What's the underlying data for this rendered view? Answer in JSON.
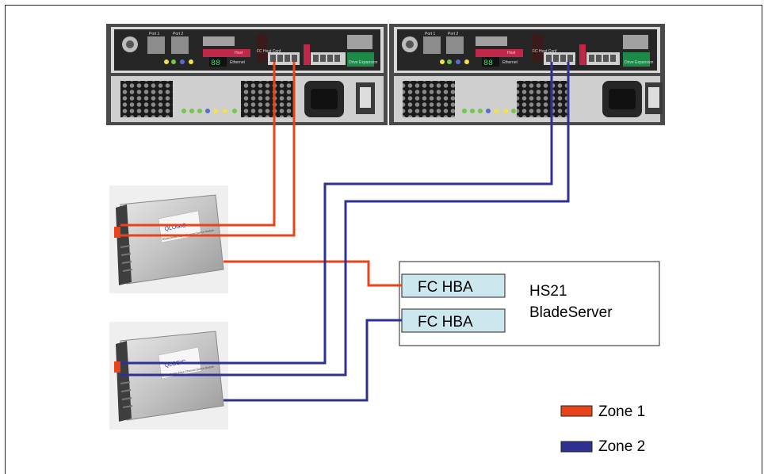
{
  "server": {
    "name_line1": "HS21",
    "name_line2": "BladeServer",
    "hba_labels": [
      "FC HBA",
      "FC HBA"
    ]
  },
  "legend": [
    {
      "label": "Zone 1",
      "color": "#e8431a"
    },
    {
      "label": "Zone 2",
      "color": "#2e3192"
    }
  ],
  "controller_labels": {
    "port1": "Port 1",
    "port2": "Port 2",
    "host": "Host",
    "fc_host": "FC Host Conf",
    "drive_expansion": "Drive Expansion",
    "ethernet": "Ethernet",
    "display": "88"
  },
  "switch_module": {
    "brand": "QLOGIC",
    "caption": "BladeCenter Fibre Channel Switch Module"
  }
}
